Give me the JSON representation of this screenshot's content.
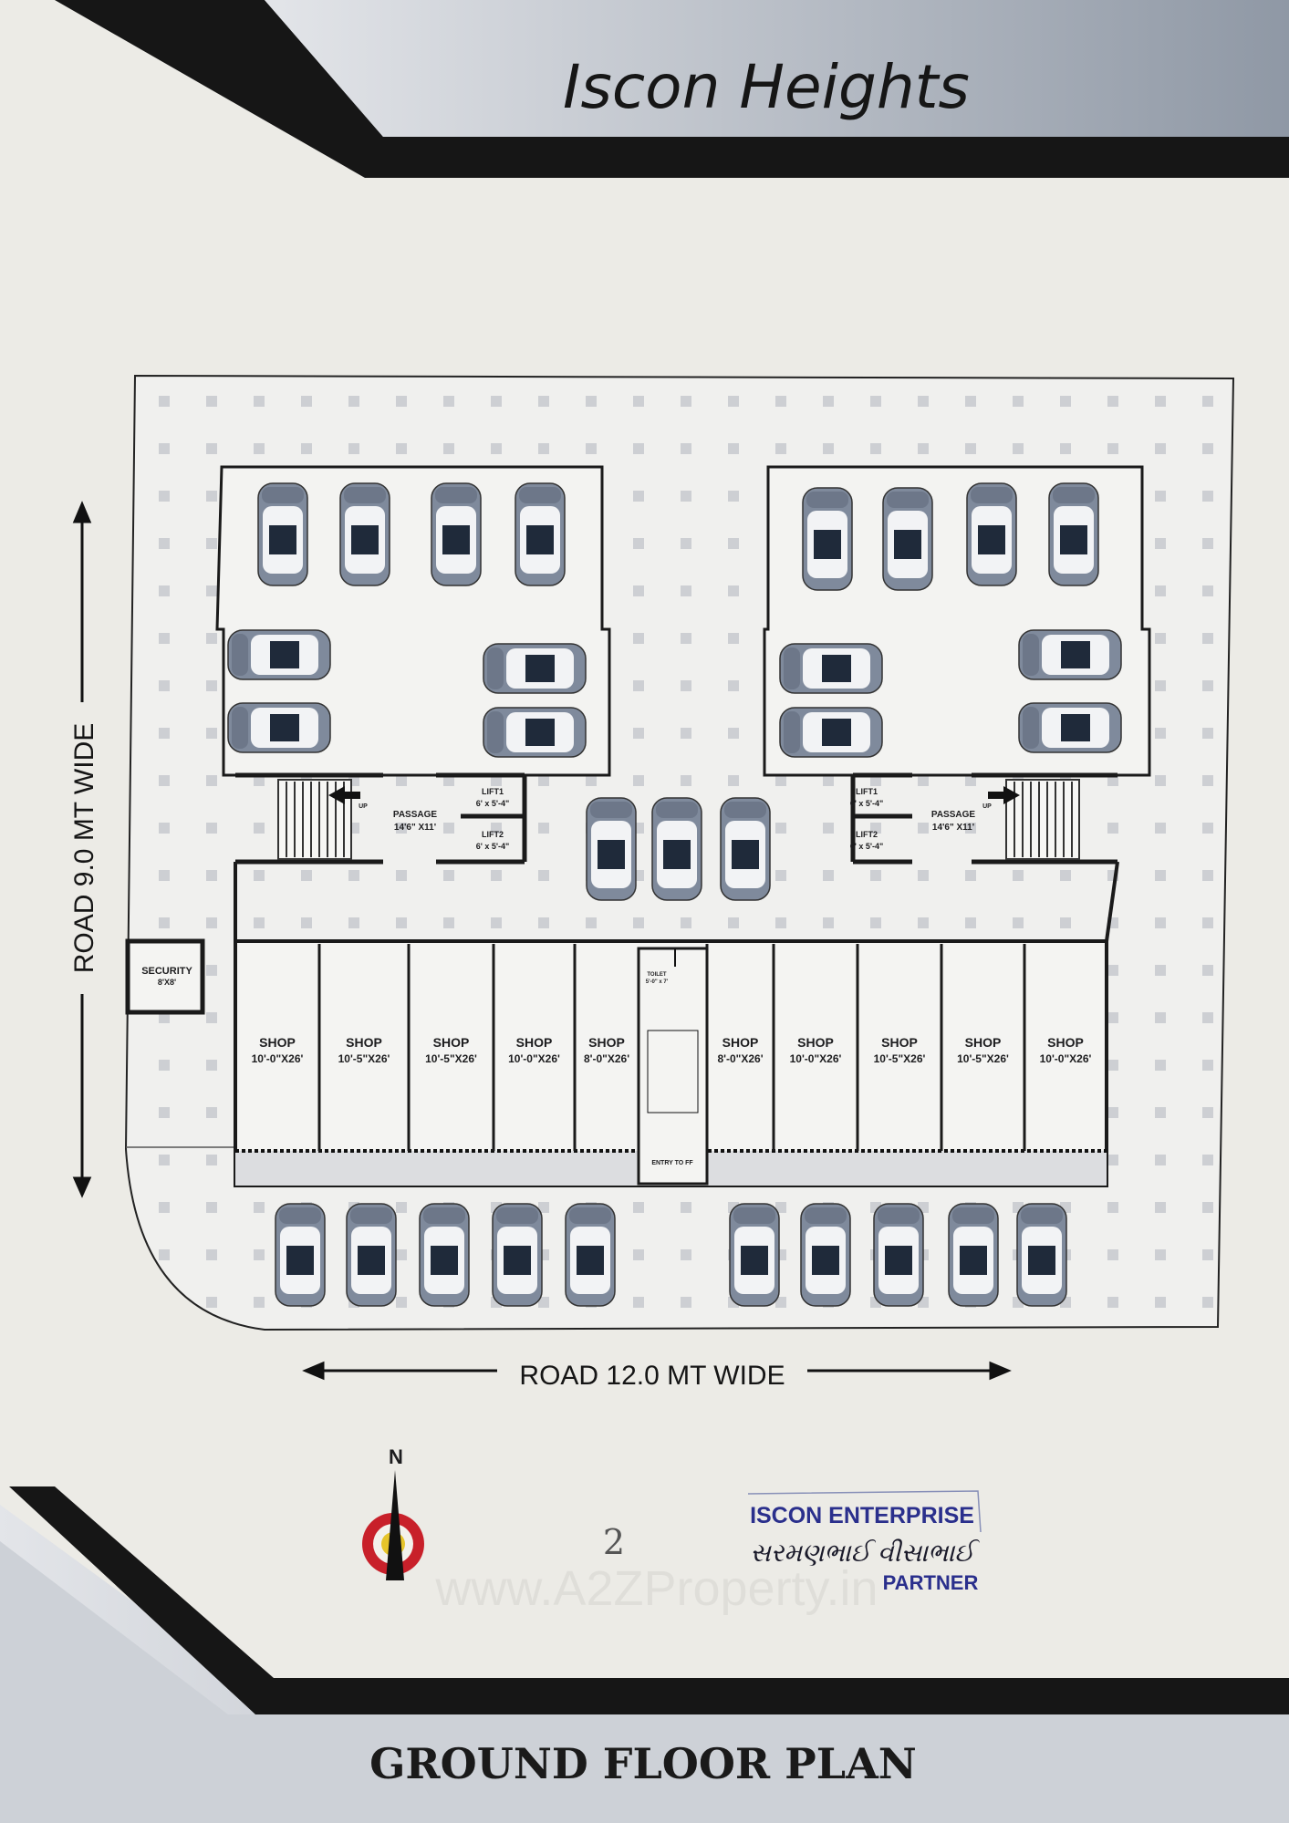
{
  "header": {
    "title": "Iscon Heights"
  },
  "footer": {
    "title": "GROUND FLOOR PLAN",
    "page_number": "2"
  },
  "roads": {
    "side": "ROAD 9.0 MT WIDE",
    "front": "ROAD 12.0 MT WIDE"
  },
  "compass": {
    "label": "N"
  },
  "security": {
    "name": "SECURITY",
    "size": "8'X8'"
  },
  "left_core": {
    "passage": {
      "name": "PASSAGE",
      "size": "14'6\" X11'"
    },
    "lift1": {
      "name": "LIFT1",
      "size": "6' x 5'-4\""
    },
    "lift2": {
      "name": "LIFT2",
      "size": "6' x 5'-4\""
    },
    "stair_up": "UP"
  },
  "right_core": {
    "passage": {
      "name": "PASSAGE",
      "size": "14'6\" X11'"
    },
    "lift1": {
      "name": "LIFT1",
      "size": "6' x 5'-4\""
    },
    "lift2": {
      "name": "LIFT2",
      "size": "6' x 5'-4\""
    },
    "stair_up": "UP"
  },
  "toilet": {
    "name": "TOILET",
    "size": "5'-0\" x 7'"
  },
  "entry": "ENTRY TO FF",
  "shops": [
    {
      "name": "SHOP",
      "size": "10'-0\"X26'"
    },
    {
      "name": "SHOP",
      "size": "10'-5\"X26'"
    },
    {
      "name": "SHOP",
      "size": "10'-5\"X26'"
    },
    {
      "name": "SHOP",
      "size": "10'-0\"X26'"
    },
    {
      "name": "SHOP",
      "size": "8'-0\"X26'"
    },
    {
      "name": "SHOP",
      "size": "8'-0\"X26'"
    },
    {
      "name": "SHOP",
      "size": "10'-0\"X26'"
    },
    {
      "name": "SHOP",
      "size": "10'-5\"X26'"
    },
    {
      "name": "SHOP",
      "size": "10'-5\"X26'"
    },
    {
      "name": "SHOP",
      "size": "10'-0\"X26'"
    }
  ],
  "stamp": {
    "company": "ISCON ENTERPRISE",
    "signature": "સરમણભાઈ વીસાભાઈ",
    "role": "PARTNER"
  },
  "watermark": "www.A2ZProperty.in",
  "colors": {
    "banner_gray": "#a9b0ba",
    "banner_black": "#161616",
    "car_body": "#7f8a9c",
    "stamp_blue": "#2a2f8c",
    "compass_red": "#c8202a",
    "compass_yellow": "#e6c42a"
  }
}
